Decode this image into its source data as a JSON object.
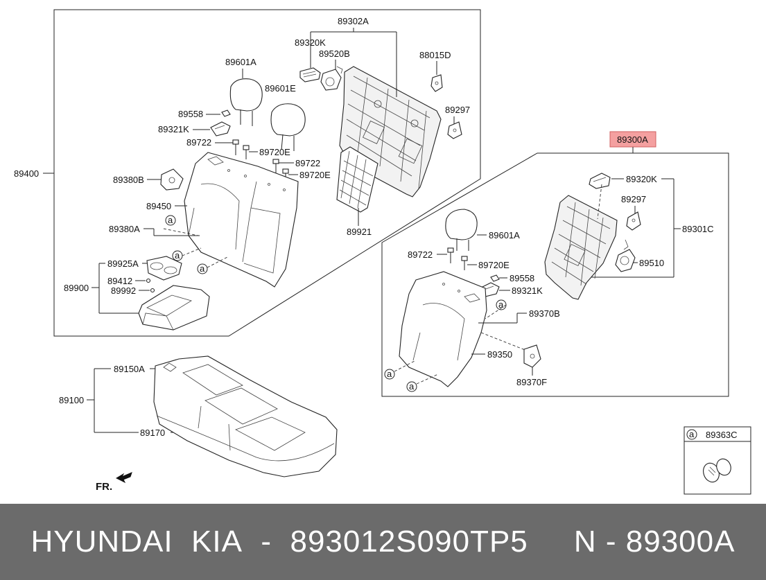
{
  "diagram": {
    "labels": {
      "l89302A": "89302A",
      "l89320K_top": "89320K",
      "l89520B": "89520B",
      "l88015D": "88015D",
      "l89601A_top": "89601A",
      "l89601E": "89601E",
      "l89297_top": "89297",
      "l89558_top": "89558",
      "l89321K_top": "89321K",
      "l89722_top1": "89722",
      "l89720E_top1": "89720E",
      "l89722_top2": "89722",
      "l89720E_top2": "89720E",
      "l89400": "89400",
      "l89380B": "89380B",
      "l89450": "89450",
      "l89380A": "89380A",
      "l89921": "89921",
      "l89925A": "89925A",
      "l89900": "89900",
      "l89412": "89412",
      "l89992": "89992",
      "l89300A": "89300A",
      "l89320K_right": "89320K",
      "l89297_right": "89297",
      "l89301C": "89301C",
      "l89510": "89510",
      "l89601A_right": "89601A",
      "l89722_right": "89722",
      "l89720E_right": "89720E",
      "l89558_right": "89558",
      "l89321K_right": "89321K",
      "l89370B": "89370B",
      "l89350": "89350",
      "l89370F": "89370F",
      "l89150A": "89150A",
      "l89100": "89100",
      "l89170": "89170",
      "fr": "FR.",
      "legend_part": "89363C",
      "callout": "a"
    },
    "colors": {
      "highlight_fill": "#f4a0a0",
      "highlight_stroke": "#d06060"
    }
  },
  "footer": {
    "brands": "HYUNDAI  KIA",
    "part_number": "893012S090TP5",
    "ref": "N - 89300A"
  }
}
